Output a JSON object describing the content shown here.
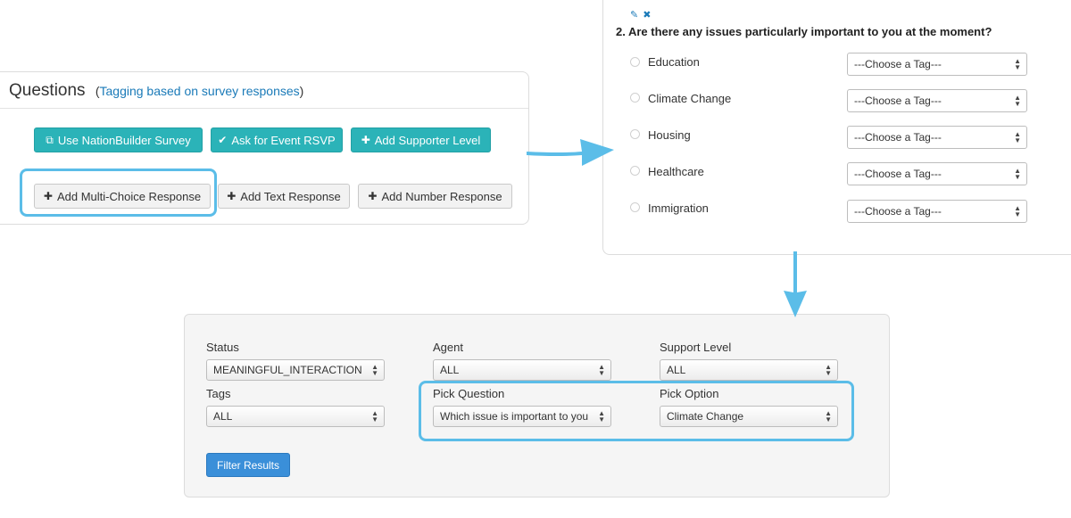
{
  "questions": {
    "title": "Questions",
    "link_open": "(",
    "link_text": "Tagging based on survey responses",
    "link_close": ")",
    "buttons_row1": [
      {
        "icon": "⧉",
        "label": "Use NationBuilder Survey"
      },
      {
        "icon": "✔",
        "label": "Ask for Event RSVP"
      },
      {
        "icon": "✚",
        "label": "Add Supporter Level"
      }
    ],
    "buttons_row2": [
      {
        "icon": "✚",
        "label": "Add Multi-Choice Response"
      },
      {
        "icon": "✚",
        "label": "Add Text Response"
      },
      {
        "icon": "✚",
        "label": "Add Number Response"
      }
    ]
  },
  "issues": {
    "edit_icon": "✎",
    "delete_icon": "✖",
    "question": "2.  Are there any issues particularly important to you at the moment?",
    "options": [
      {
        "label": "Education",
        "tag": "---Choose a Tag---"
      },
      {
        "label": "Climate Change",
        "tag": "---Choose a Tag---"
      },
      {
        "label": "Housing",
        "tag": "---Choose a Tag---"
      },
      {
        "label": "Healthcare",
        "tag": "---Choose a Tag---"
      },
      {
        "label": "Immigration",
        "tag": "---Choose a Tag---"
      }
    ]
  },
  "filters": {
    "status": {
      "label": "Status",
      "value": "MEANINGFUL_INTERACTION"
    },
    "agent": {
      "label": "Agent",
      "value": "ALL"
    },
    "support_level": {
      "label": "Support Level",
      "value": "ALL"
    },
    "tags": {
      "label": "Tags",
      "value": "ALL"
    },
    "pick_question": {
      "label": "Pick Question",
      "value": "Which issue is important to you"
    },
    "pick_option": {
      "label": "Pick Option",
      "value": "Climate Change"
    },
    "submit_label": "Filter Results"
  },
  "colors": {
    "accent_highlight": "#5bbde8",
    "teal_button": "#2bb3b8",
    "blue_button": "#3a8fd9",
    "link": "#1a7ab8"
  }
}
